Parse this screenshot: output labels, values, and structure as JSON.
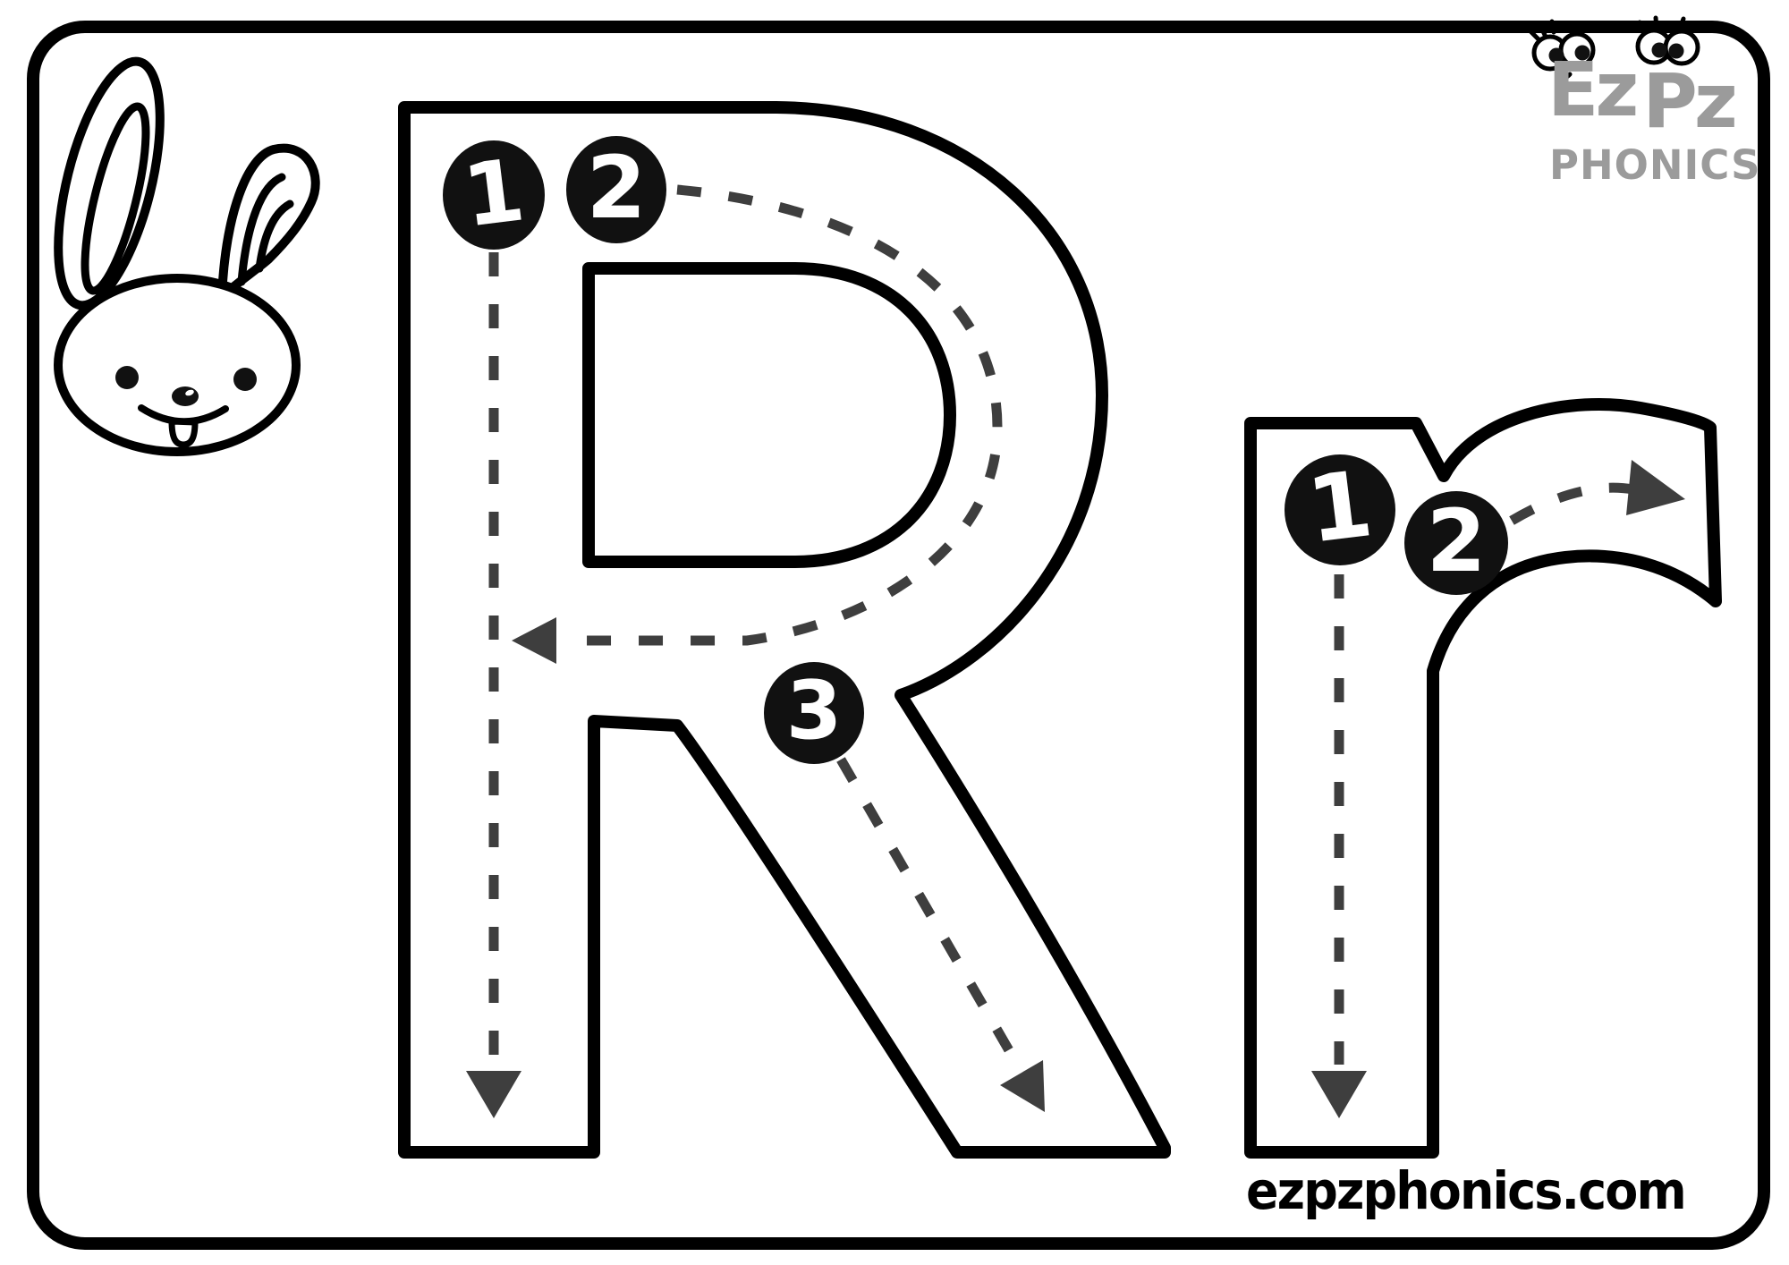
{
  "colors": {
    "ink": "#000000",
    "trace": "#3e3e3e",
    "marker_fill": "#111111",
    "logo_gray": "#9b9b9b",
    "paper": "#ffffff"
  },
  "logo": {
    "ez": "Ez",
    "pz": "Pz",
    "phonics": "PHONICS"
  },
  "footer": {
    "website": "ezpzphonics.com"
  },
  "worksheet": {
    "uppercase_letter": "R",
    "lowercase_letter": "r",
    "uppercase_steps": [
      "1",
      "2",
      "3"
    ],
    "lowercase_steps": [
      "1",
      "2"
    ],
    "illustration": "rabbit"
  }
}
